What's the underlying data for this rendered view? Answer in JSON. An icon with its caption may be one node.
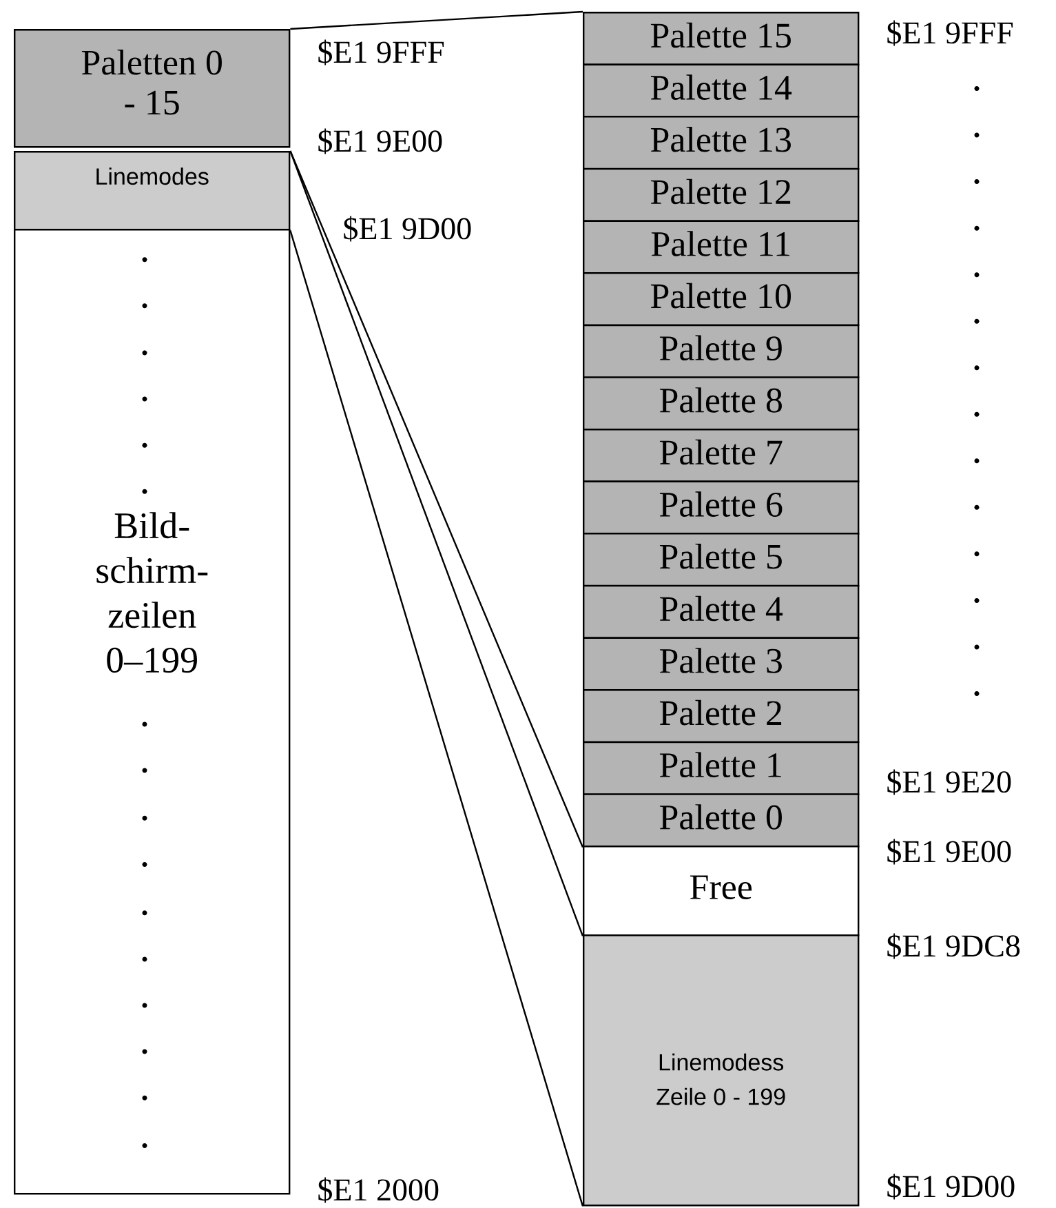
{
  "diagram": {
    "nodes": [
      {
        "text": [
          "Paletten 0 - 15"
        ]
      },
      {
        "text": [
          "Linemodes"
        ]
      },
      {
        "text": [
          "Bild- schirm- zeilen 0–199"
        ]
      },
      {
        "text": [
          "Palette 15"
        ]
      },
      {
        "text": [
          "Palette 14"
        ]
      },
      {
        "text": [
          "Palette 13"
        ]
      },
      {
        "text": [
          "Palette 12"
        ]
      },
      {
        "text": [
          "Palette 11"
        ]
      },
      {
        "text": [
          "Palette 10"
        ]
      },
      {
        "text": [
          "Palette 9"
        ]
      },
      {
        "text": [
          "Palette 8"
        ]
      },
      {
        "text": [
          "Palette 7"
        ]
      },
      {
        "text": [
          "Palette 6"
        ]
      },
      {
        "text": [
          "Palette 5"
        ]
      },
      {
        "text": [
          "Palette 4"
        ]
      },
      {
        "text": [
          "Palette 3"
        ]
      },
      {
        "text": [
          "Palette 2"
        ]
      },
      {
        "text": [
          "Palette 1"
        ]
      },
      {
        "text": [
          "Palette 0"
        ]
      },
      {
        "text": [
          "Free"
        ]
      },
      {
        "text": [
          "Linemodess Zeile 0 - 199"
        ]
      }
    ],
    "edges": [
      {
        "from": 0,
        "to": 3,
        "arrow": "none"
      },
      {
        "from": 1,
        "to": 18,
        "arrow": "none"
      },
      {
        "from": 1,
        "to": 19,
        "arrow": "none"
      },
      {
        "from": 1,
        "to": 20,
        "arrow": "none"
      }
    ],
    "labels": [
      "$E1 9FFF",
      "$E1 9FFF",
      "$E1 9E00",
      "$E1 9D00",
      "$E1 9E20",
      "$E1 9E00",
      "$E1 9DC8",
      "$E1 2000",
      "$E1 9D00"
    ]
  }
}
